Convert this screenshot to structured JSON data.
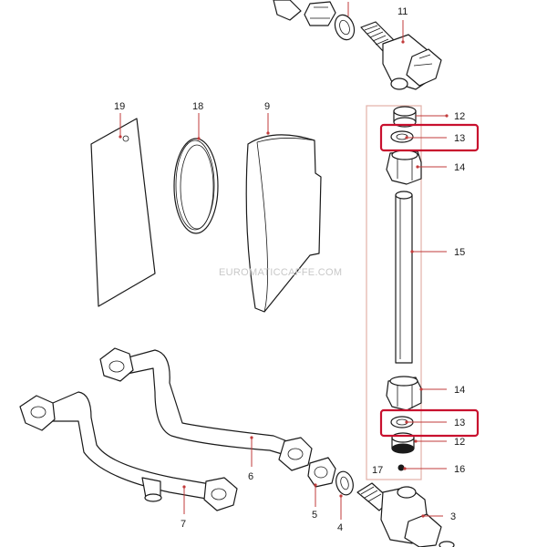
{
  "watermark": "EUROMATICCAFFE.COM",
  "colors": {
    "leader": "#c23b3b",
    "highlight": "#c8102e",
    "group_box": "#e2b0a8",
    "outline": "#1a1a1a"
  },
  "parts": [
    {
      "id": "p3",
      "label": "3"
    },
    {
      "id": "p4",
      "label": "4"
    },
    {
      "id": "p5",
      "label": "5"
    },
    {
      "id": "p6",
      "label": "6"
    },
    {
      "id": "p7",
      "label": "7"
    },
    {
      "id": "p9",
      "label": "9"
    },
    {
      "id": "p11",
      "label": "11"
    },
    {
      "id": "p12a",
      "label": "12"
    },
    {
      "id": "p12b",
      "label": "12"
    },
    {
      "id": "p13a",
      "label": "13"
    },
    {
      "id": "p13b",
      "label": "13"
    },
    {
      "id": "p14a",
      "label": "14"
    },
    {
      "id": "p14b",
      "label": "14"
    },
    {
      "id": "p15",
      "label": "15"
    },
    {
      "id": "p16",
      "label": "16"
    },
    {
      "id": "p17",
      "label": "17"
    },
    {
      "id": "p18",
      "label": "18"
    },
    {
      "id": "p19",
      "label": "19"
    }
  ],
  "highlighted_items": [
    "13 (upper)",
    "13 (lower)"
  ]
}
